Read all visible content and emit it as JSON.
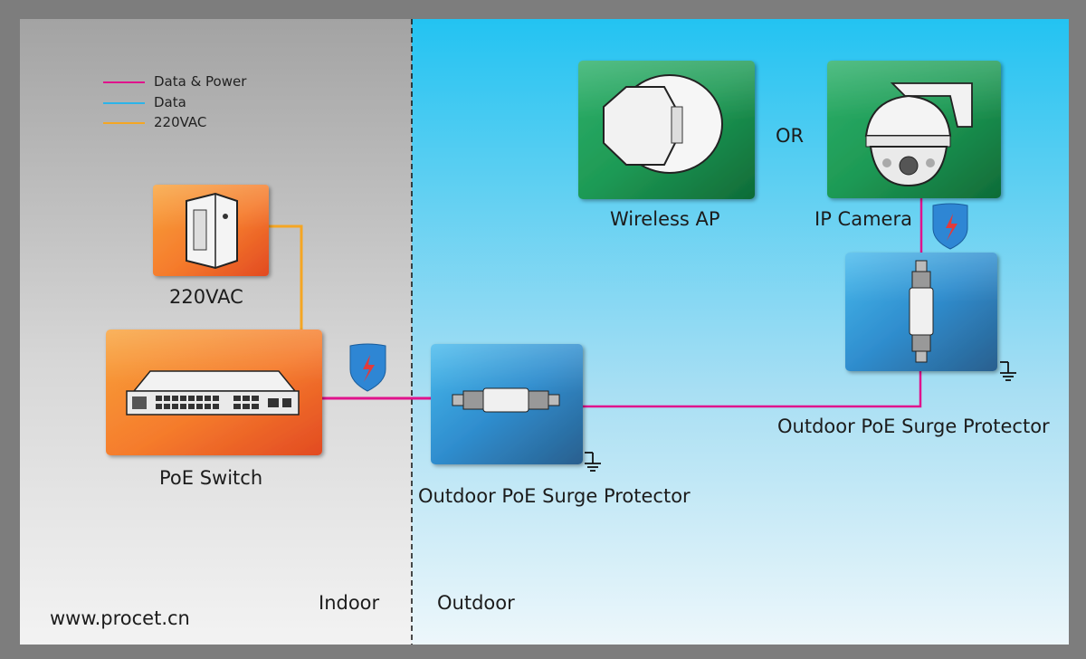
{
  "legend": [
    {
      "label": "Data & Power",
      "color": "#e0128c"
    },
    {
      "label": "Data",
      "color": "#2bb4ea"
    },
    {
      "label": "220VAC",
      "color": "#f5a623"
    }
  ],
  "zones": {
    "indoor": "Indoor",
    "outdoor": "Outdoor"
  },
  "website": "www.procet.cn",
  "devices": {
    "power": "220VAC",
    "switch": "PoE Switch",
    "protector_left": "Outdoor PoE Surge Protector",
    "protector_right": "Outdoor PoE Surge Protector",
    "ap": "Wireless AP",
    "camera": "IP Camera",
    "or": "OR"
  },
  "colors": {
    "indoor_bg": "#c9c9c9",
    "outdoor_bg": "#22c4f0",
    "orange": "#f6702b",
    "green": "#1f9c55",
    "blue": "#3594d0",
    "data_power_line": "#e0128c",
    "ac_line": "#f5a623"
  },
  "icons": {
    "lightning_shield": "lightning-shield-icon",
    "ground": "ground-icon"
  }
}
